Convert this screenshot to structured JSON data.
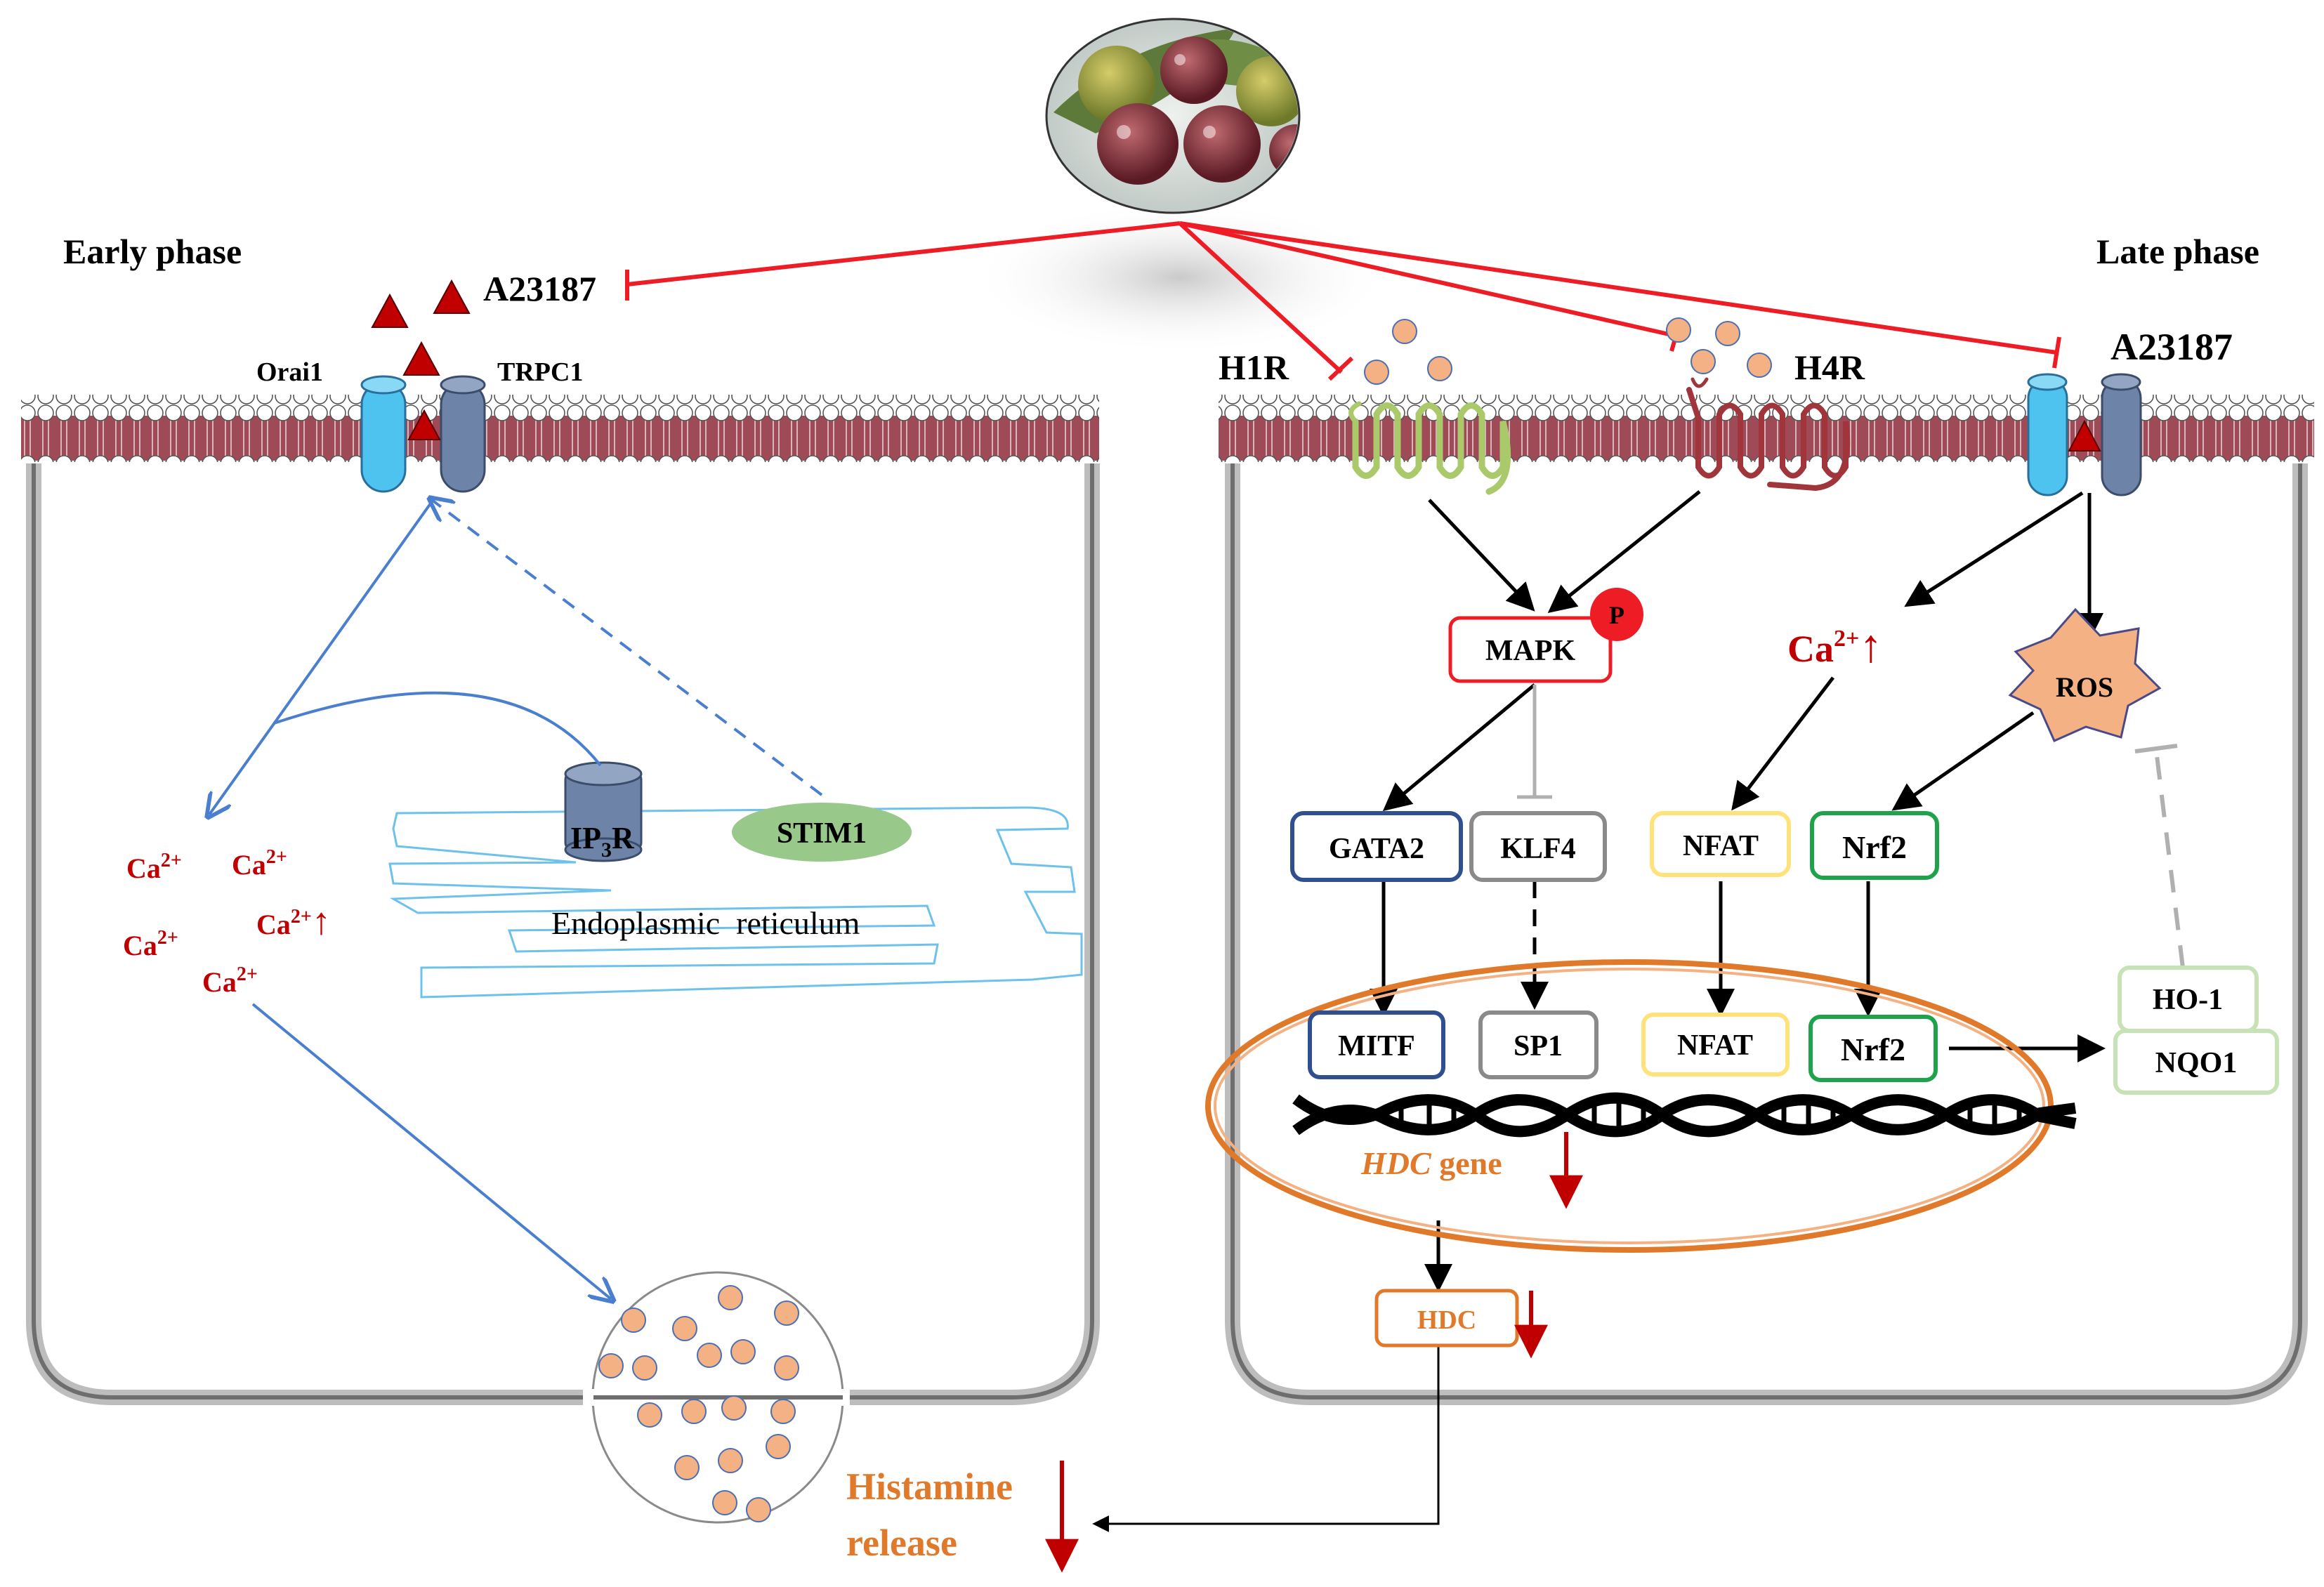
{
  "phases": {
    "early": "Early phase",
    "late": "Late phase"
  },
  "stimulus": {
    "left": "A23187",
    "right": "A23187"
  },
  "channels": {
    "orai1": "Orai1",
    "trpc1": "TRPC1"
  },
  "receptors": {
    "h1r": "H1R",
    "h4r": "H4R"
  },
  "ip3r": {
    "base": "IP",
    "sub": "3",
    "tail": "R"
  },
  "stim1": "STIM1",
  "er_label": "Endoplasmic  reticulum",
  "calcium": {
    "base": "Ca",
    "sup": "2+",
    "arrow": "↑"
  },
  "mapk": {
    "label": "MAPK",
    "phospho": "P"
  },
  "ros": "ROS",
  "cyto_boxes": {
    "gata2": "GATA2",
    "klf4": "KLF4",
    "nfat": "NFAT",
    "nrf2": "Nrf2"
  },
  "nuclear_boxes": {
    "mitf": "MITF",
    "sp1": "SP1",
    "nfat": "NFAT",
    "nrf2": "Nrf2"
  },
  "antioxidant": {
    "ho1": "HO-1",
    "nqo1": "NQO1"
  },
  "hdc_gene": {
    "italic": "HDC",
    "rest": " gene"
  },
  "hdc_protein": "HDC",
  "histamine": {
    "line1": "Histamine",
    "line2": "release"
  },
  "colors": {
    "inhibit_red": "#ee1c25",
    "dark_red": "#c00000",
    "membrane": "#9e4b57",
    "orange": "#e07a2a",
    "blue_arrow": "#4a7fd0",
    "er_line": "#6ec1ea",
    "channel_blue": "#4fc3f0",
    "channel_grey": "#6d84a8",
    "vesicle_dot": "#f4b183",
    "stim1_green": "#98c98a",
    "gata2": "#2f4f8f",
    "klf4": "#8a8a8a",
    "nfat": "#ffe27a",
    "nrf2": "#1fa34a",
    "ho1": "#c7e3b5",
    "mapk": "#ee1c25",
    "ros": "#f4b183"
  }
}
